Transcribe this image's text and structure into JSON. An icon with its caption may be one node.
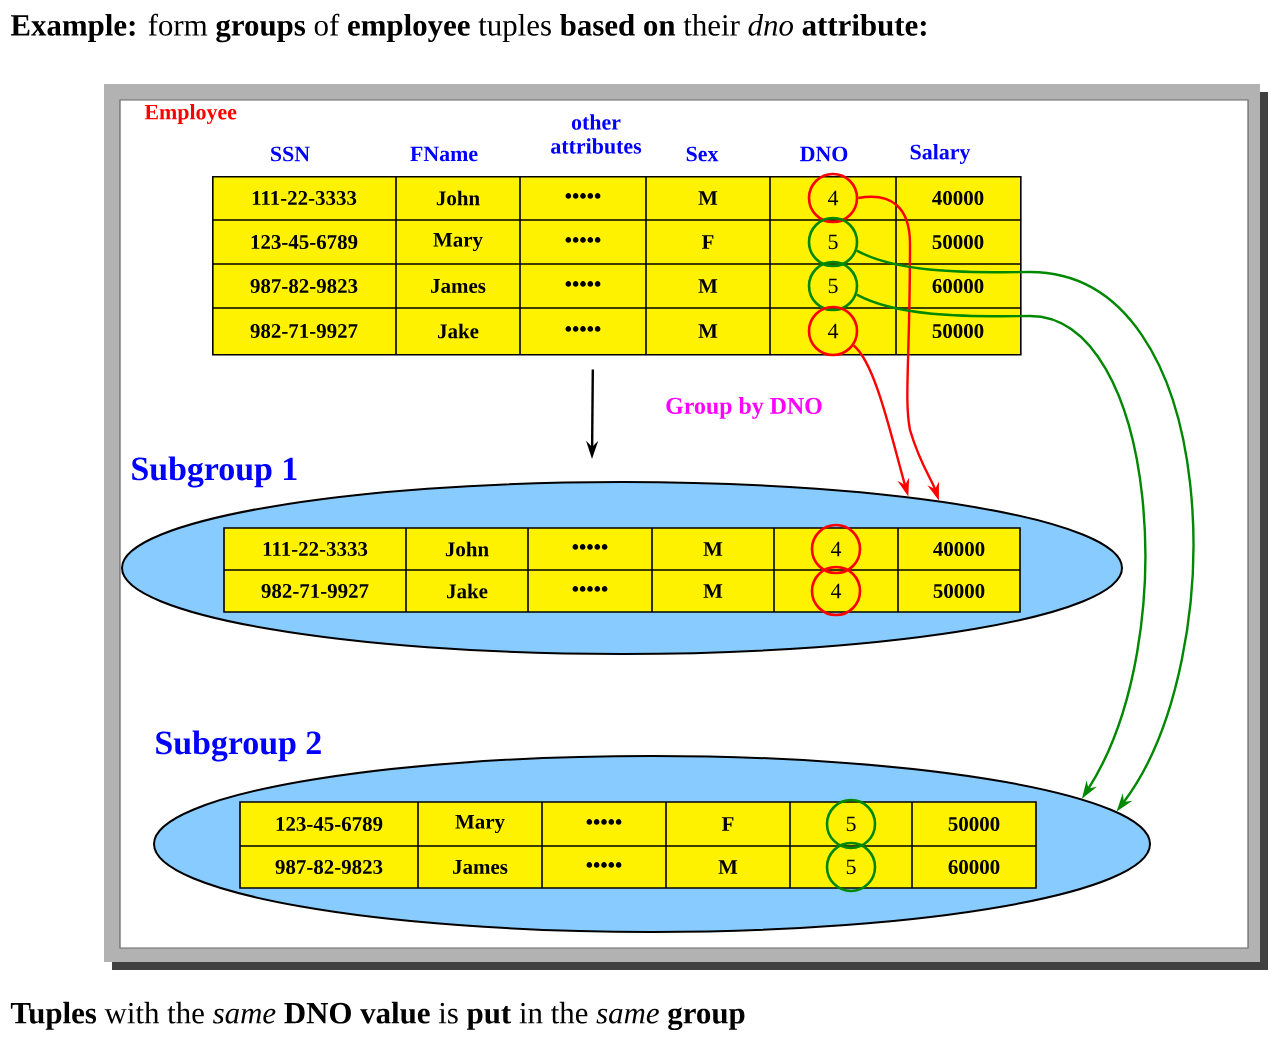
{
  "diagram": {
    "title": "**Example:** form **groups** of **employee** tuples **based on** their *dno* **attribute:**",
    "caption": "**Tuples** with the *same* **DNO value** is **put** in the *same* **group**",
    "nodes": [
      {
        "text": [
          "Employee"
        ]
      },
      {
        "text": [
          "4"
        ],
        "in": 0
      },
      {
        "text": [
          "5"
        ],
        "in": 0
      },
      {
        "text": [
          "5"
        ],
        "in": 0
      },
      {
        "text": [
          "4"
        ],
        "in": 0
      },
      {
        "text": [
          "Subgroup 1"
        ]
      },
      {
        "text": [
          "4"
        ],
        "in": 5
      },
      {
        "text": [
          "4"
        ],
        "in": 5
      },
      {
        "text": [
          "Subgroup 2"
        ]
      },
      {
        "text": [
          "5"
        ],
        "in": 8
      },
      {
        "text": [
          "5"
        ],
        "in": 8
      }
    ],
    "edges": [
      {
        "from": 1,
        "to": 5,
        "arrow": "to",
        "color": "#ff0000"
      },
      {
        "from": 4,
        "to": 5,
        "arrow": "to",
        "color": "#ff0000"
      },
      {
        "from": 2,
        "to": 8,
        "arrow": "to",
        "color": "#008800"
      },
      {
        "from": 3,
        "to": 8,
        "arrow": "to",
        "color": "#008800"
      },
      {
        "from": 0,
        "to": 5,
        "arrow": "to",
        "label": "Group by DNO",
        "color": "#000000"
      }
    ],
    "labels": [
      "SSN",
      "FName",
      "other attributes",
      "Sex",
      "DNO",
      "Salary",
      "111-22-3333",
      "John",
      "•••••",
      "M",
      "40000",
      "123-45-6789",
      "Mary",
      "•••••",
      "F",
      "50000",
      "987-82-9823",
      "James",
      "•••••",
      "M",
      "60000",
      "982-71-9927",
      "Jake",
      "•••••",
      "M",
      "50000",
      "111-22-3333",
      "John",
      "•••••",
      "M",
      "40000",
      "982-71-9927",
      "Jake",
      "•••••",
      "M",
      "50000",
      "123-45-6789",
      "Mary",
      "•••••",
      "F",
      "50000",
      "987-82-9823",
      "James",
      "•••••",
      "M",
      "60000"
    ]
  }
}
